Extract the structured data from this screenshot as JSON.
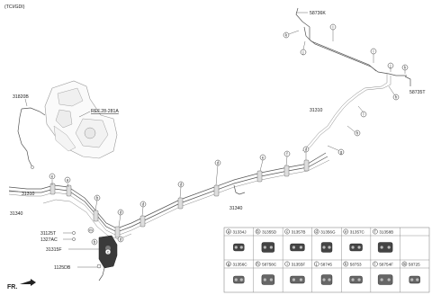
{
  "header": {
    "variant": "(TCI/GDI)"
  },
  "labels": {
    "p58736K": "58736K",
    "p58735T": "58735T",
    "p31820B": "31820B",
    "ref": "REF.28-281A",
    "p31310a": "31310",
    "p31310b": "31310",
    "p31340a": "31340",
    "p31340b": "31340",
    "p31125T": "31125T",
    "p1327AC": "1327AC",
    "p31315F": "31315F",
    "p1125DB": "1125DB",
    "fr": "FR."
  },
  "callouts": {
    "k": "k",
    "j": "j",
    "i": "i",
    "h": "h",
    "l": "l",
    "g": "g",
    "f": "f",
    "e": "e",
    "d": "d",
    "c": "c",
    "b": "b",
    "a": "a",
    "m": "m"
  },
  "parts_table": {
    "row1": [
      {
        "letter": "a",
        "code": "31334J"
      },
      {
        "letter": "b",
        "code": "31355D"
      },
      {
        "letter": "c",
        "code": "31357B"
      },
      {
        "letter": "d",
        "code": "31356G"
      },
      {
        "letter": "e",
        "code": "31357C"
      },
      {
        "letter": "f",
        "code": "31358B"
      }
    ],
    "row2": [
      {
        "letter": "g",
        "code": "31356C"
      },
      {
        "letter": "h",
        "code": "58758C"
      },
      {
        "letter": "i",
        "code": "31355F"
      },
      {
        "letter": "j",
        "code": "58745"
      },
      {
        "letter": "k",
        "code": "58753"
      },
      {
        "letter": "l",
        "code": "58754F"
      },
      {
        "letter": "m",
        "code": "58725"
      }
    ]
  }
}
